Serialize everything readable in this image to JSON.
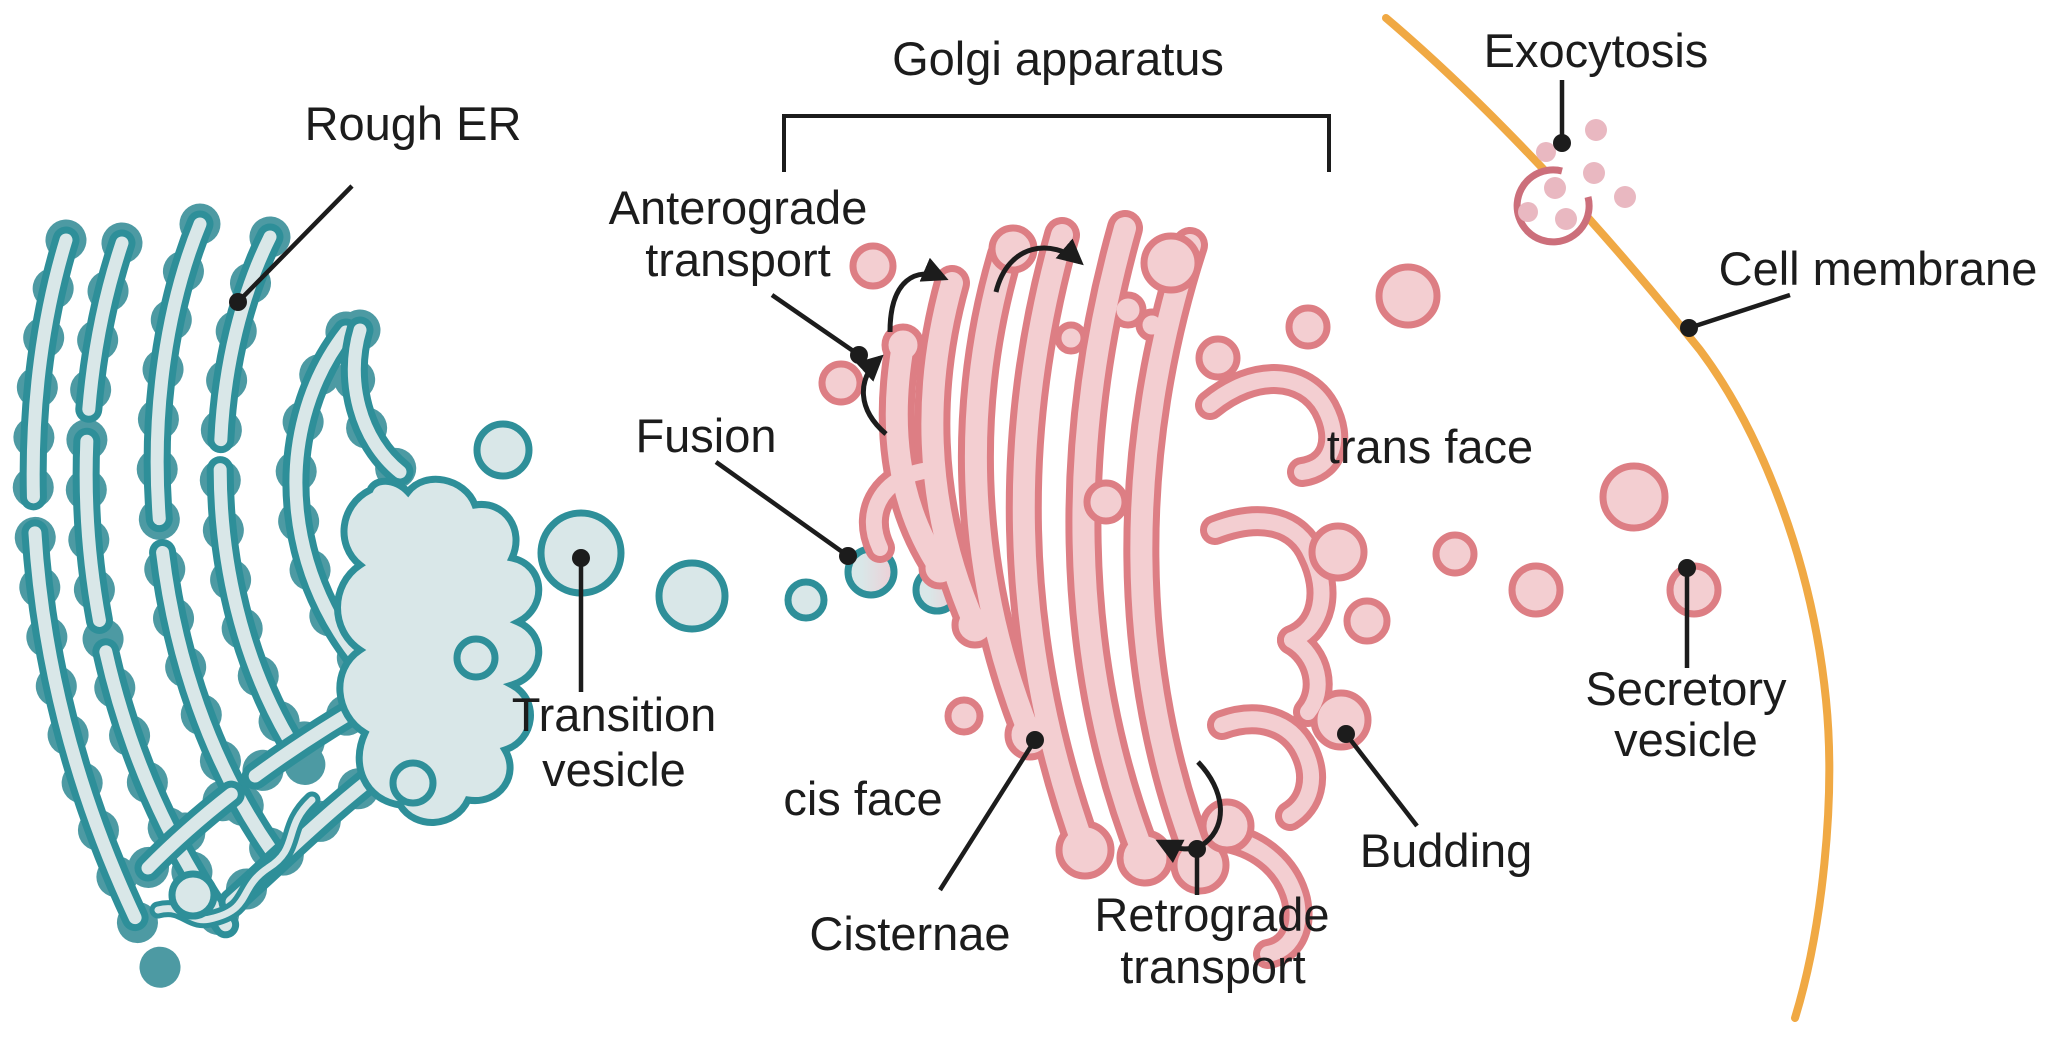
{
  "figure": {
    "title": "Golgi apparatus",
    "labels": {
      "rough_er": "Rough ER",
      "golgi_apparatus": "Golgi apparatus",
      "anterograde_line1": "Anterograde",
      "anterograde_line2": "transport",
      "fusion": "Fusion",
      "transition_line1": "Transition",
      "transition_line2": "vesicle",
      "cis_face": "cis face",
      "cisternae": "Cisternae",
      "retrograde_line1": "Retrograde",
      "retrograde_line2": "transport",
      "trans_face": "trans face",
      "budding": "Budding",
      "exocytosis": "Exocytosis",
      "cell_membrane": "Cell membrane",
      "secretory_line1": "Secretory",
      "secretory_line2": "vesicle"
    },
    "colors": {
      "er_outline": "#2e8f99",
      "er_fill": "#d9e7e8",
      "ribosome": "#4d9aa3",
      "golgi_outline": "#dd7e84",
      "golgi_fill": "#f3ced1",
      "exocytosis_outline": "#cc6f7b",
      "secreted_dot": "#e9b8c1",
      "cell_membrane": "#f0a944",
      "annotation": "#1c1c1c",
      "background": "#ffffff"
    }
  }
}
